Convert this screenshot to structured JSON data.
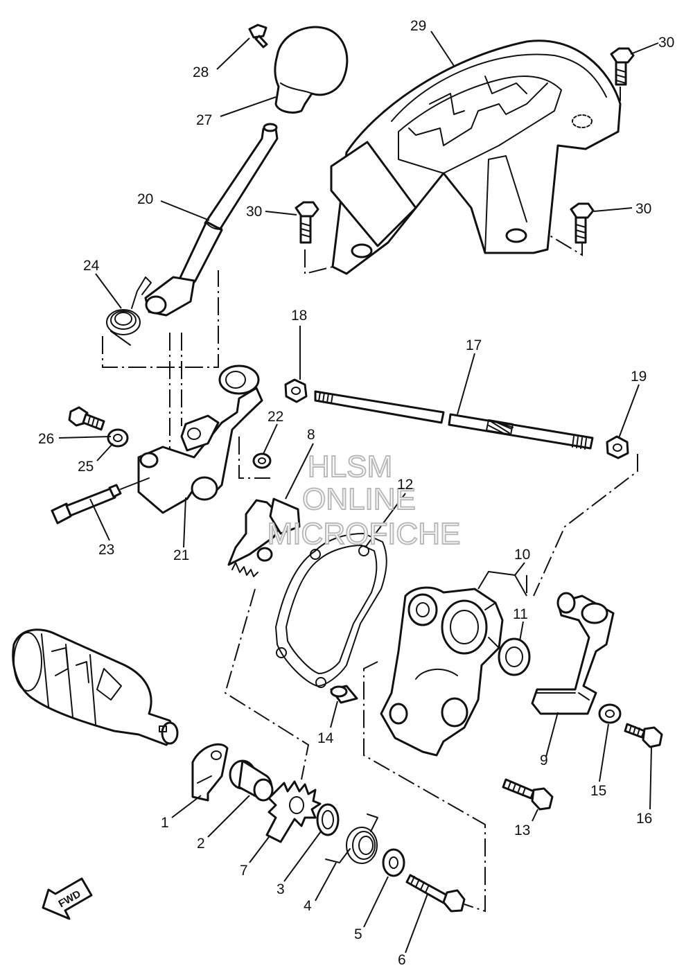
{
  "watermark": {
    "line1": "HLSM",
    "line2": "ONLINE",
    "line3": "MICROFICHE"
  },
  "direction_arrow": {
    "label": "FWD"
  },
  "callouts": {
    "c1": "1",
    "c2": "2",
    "c3": "3",
    "c4": "4",
    "c5": "5",
    "c6": "6",
    "c7": "7",
    "c8": "8",
    "c9": "9",
    "c10": "10",
    "c11": "11",
    "c12": "12",
    "c13": "13",
    "c14": "14",
    "c15": "15",
    "c16": "16",
    "c17": "17",
    "c18": "18",
    "c19": "19",
    "c20": "20",
    "c21": "21",
    "c22": "22",
    "c23": "23",
    "c24": "24",
    "c25": "25",
    "c26": "26",
    "c27": "27",
    "c28": "28",
    "c29": "29",
    "c30a": "30",
    "c30b": "30",
    "c30c": "30"
  }
}
